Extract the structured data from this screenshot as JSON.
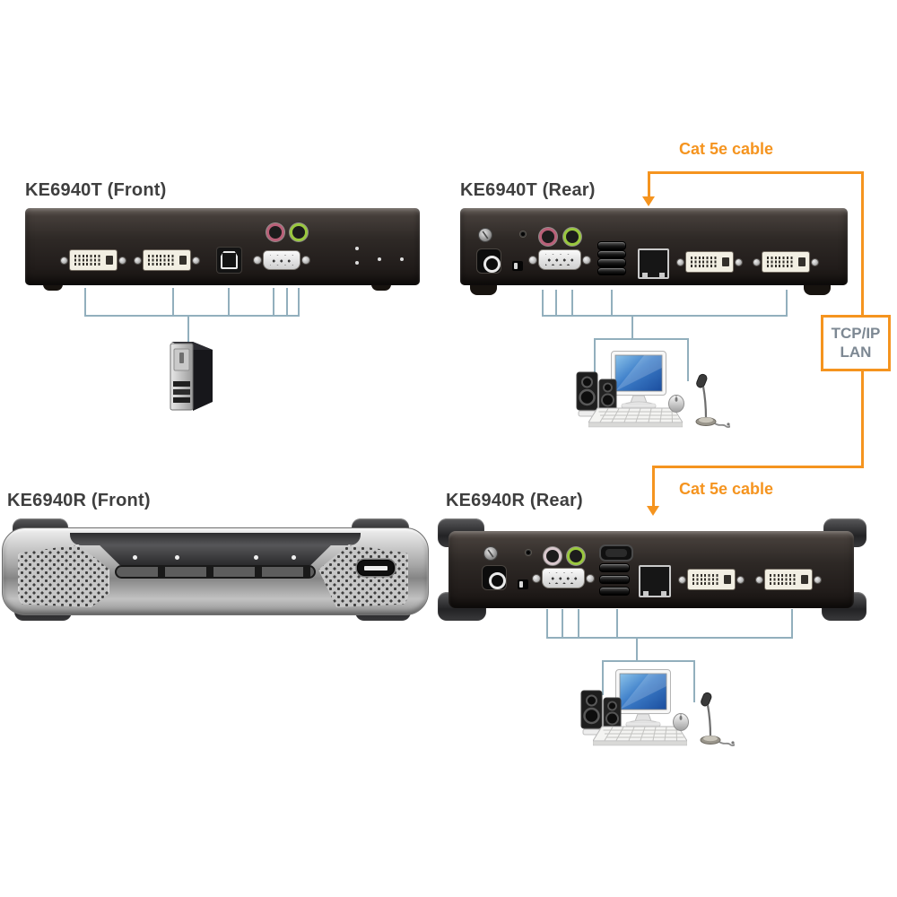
{
  "labels": {
    "cat5e_top": "Cat 5e cable",
    "cat5e_bottom": "Cat 5e cable",
    "lan_line1": "TCP/IP",
    "lan_line2": "LAN"
  },
  "devices": {
    "ke6940t_front": {
      "title": "KE6940T (Front)",
      "ports": [
        "dvi-i-port-1",
        "dvi-i-port-2",
        "usb-type-b-port",
        "db9-serial-port",
        "mic-jack",
        "speaker-jack",
        "led-indicators"
      ]
    },
    "ke6940t_rear": {
      "title": "KE6940T (Rear)",
      "ports": [
        "grounding-screw",
        "reset-button",
        "mic-jack",
        "speaker-jack",
        "power-jack",
        "switch",
        "db9-serial-port",
        "usb-port-stack",
        "rj45-lan-port",
        "dvi-i-port-1",
        "dvi-i-port-2"
      ]
    },
    "ke6940r_front": {
      "title": "KE6940R (Front)",
      "ports": [
        "pushbutton-strip",
        "led-indicators",
        "usb-front-port"
      ]
    },
    "ke6940r_rear": {
      "title": "KE6940R (Rear)",
      "ports": [
        "grounding-screw",
        "reset-button",
        "mic-jack",
        "speaker-jack",
        "power-jack",
        "switch",
        "db9-serial-port",
        "hdmi-style-port",
        "usb-port-stack",
        "rj45-lan-port",
        "dvi-i-port-1",
        "dvi-i-port-2"
      ]
    }
  },
  "peripherals": {
    "transmitter_side": [
      "pc-tower"
    ],
    "console_sets": [
      "speakers",
      "monitor",
      "keyboard",
      "mouse",
      "microphone"
    ]
  },
  "connections": [
    {
      "from": "ke6940t-front",
      "to": "pc-tower",
      "style": "blue-lines"
    },
    {
      "from": "ke6940t-rear",
      "to": "console-set-1",
      "style": "blue-lines"
    },
    {
      "from": "ke6940t-rear-rj45",
      "to": "tcp-ip-lan",
      "label": "Cat 5e cable",
      "style": "orange-line"
    },
    {
      "from": "tcp-ip-lan",
      "to": "ke6940r-rear-rj45",
      "label": "Cat 5e cable",
      "style": "orange-line"
    },
    {
      "from": "ke6940r-rear",
      "to": "console-set-2",
      "style": "blue-lines"
    }
  ],
  "colors": {
    "cable_orange": "#F5941F",
    "connector_blue": "#92AFBD",
    "panel_black": "#26211E",
    "title_text": "#3F3F3F",
    "lan_text": "#7D8893",
    "audio_mic_pink": "#B96078",
    "audio_speaker_green": "#9AC83E",
    "monitor_screen_blue": "#2F6BC0"
  },
  "icons": [
    "dvi-port-icon",
    "usb-b-port-icon",
    "db9-serial-port-icon",
    "audio-jack-icon",
    "power-jack-icon",
    "grounding-screw-icon",
    "usb-stack-icon",
    "rj45-port-icon",
    "hdmi-port-icon",
    "pc-tower-icon",
    "monitor-icon",
    "speakers-icon",
    "keyboard-icon",
    "mouse-icon",
    "microphone-icon",
    "down-arrow-icon",
    "led-dots-icon",
    "usb-front-port-icon"
  ]
}
